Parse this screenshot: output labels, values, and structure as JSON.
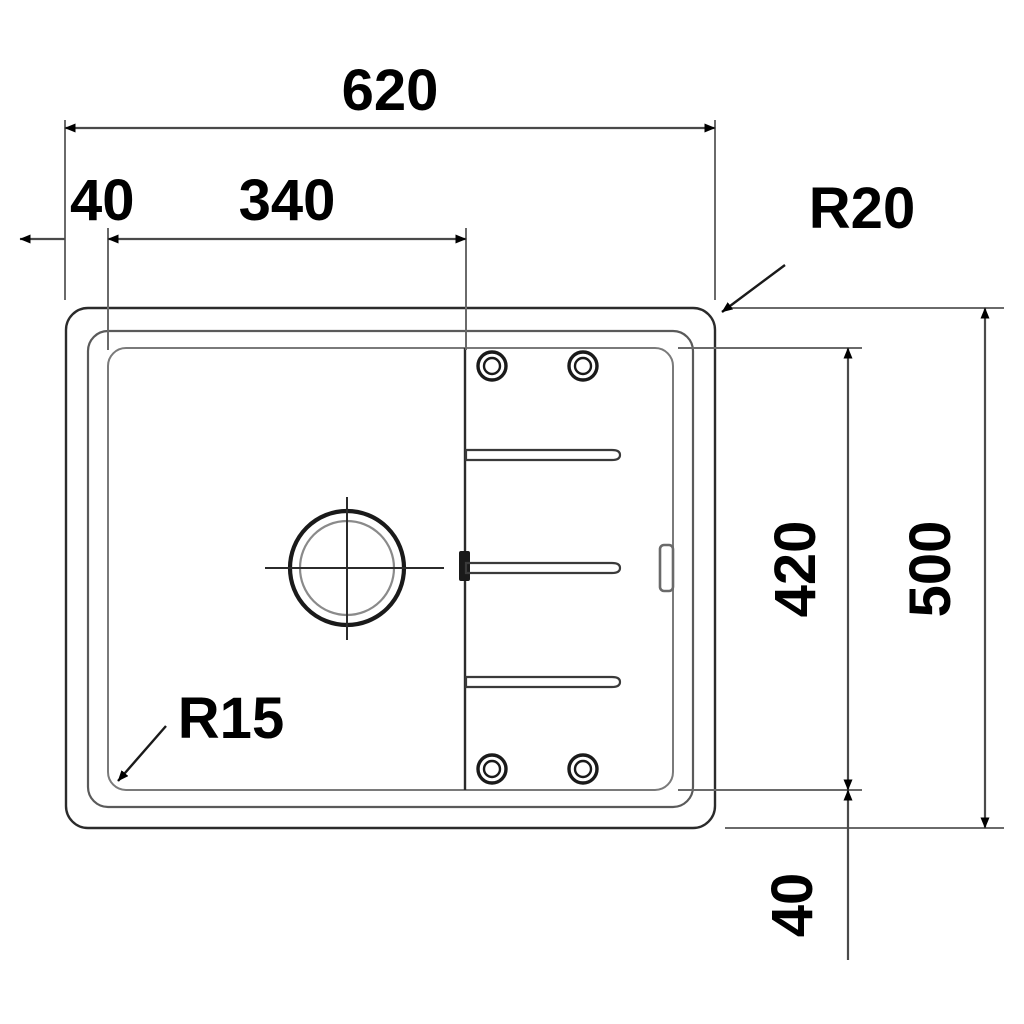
{
  "drawing": {
    "title": "Kitchen sink plan view technical drawing",
    "units": "mm",
    "dimensions": {
      "overall_width": "620",
      "bowl_offset_left": "40",
      "bowl_width": "340",
      "overall_depth": "500",
      "inner_depth": "420",
      "bottom_offset": "40"
    },
    "radii": {
      "outer_corner": "R20",
      "bowl_corner": "R15"
    },
    "features": {
      "drain_label": "drain-circle",
      "groove_count": 3,
      "hole_count": 4,
      "slot_label": "overflow-slot"
    },
    "colors": {
      "line": "#2b2b2b",
      "light_line": "#7a7a7a",
      "dimension": "#4a4a4a",
      "background": "#ffffff"
    }
  }
}
